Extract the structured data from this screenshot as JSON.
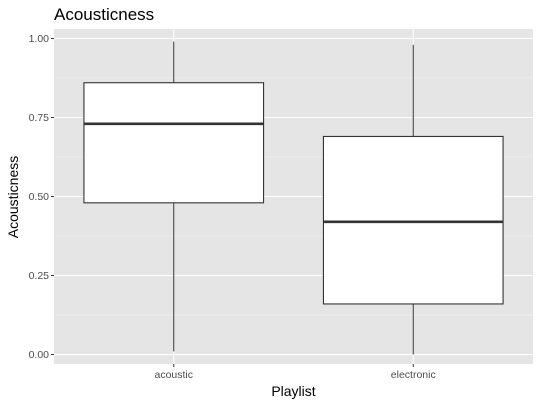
{
  "chart_data": {
    "type": "boxplot",
    "title": "Acousticness",
    "xlabel": "Playlist",
    "ylabel": "Acousticness",
    "ylim": [
      -0.03,
      1.03
    ],
    "y_ticks": [
      {
        "value": 0.0,
        "label": "0.00"
      },
      {
        "value": 0.25,
        "label": "0.25"
      },
      {
        "value": 0.5,
        "label": "0.50"
      },
      {
        "value": 0.75,
        "label": "0.75"
      },
      {
        "value": 1.0,
        "label": "1.00"
      }
    ],
    "categories": [
      "acoustic",
      "electronic"
    ],
    "boxes": [
      {
        "category": "acoustic",
        "min": 0.01,
        "q1": 0.48,
        "median": 0.73,
        "q3": 0.86,
        "max": 0.99
      },
      {
        "category": "electronic",
        "min": 0.0,
        "q1": 0.16,
        "median": 0.42,
        "q3": 0.69,
        "max": 0.98
      }
    ],
    "grid": true,
    "colors": {
      "panel_background": "#e5e5e5",
      "grid_major": "#ffffff",
      "grid_minor": "#f2f2f2",
      "box_fill": "#ffffff",
      "box_line": "#333333"
    }
  }
}
